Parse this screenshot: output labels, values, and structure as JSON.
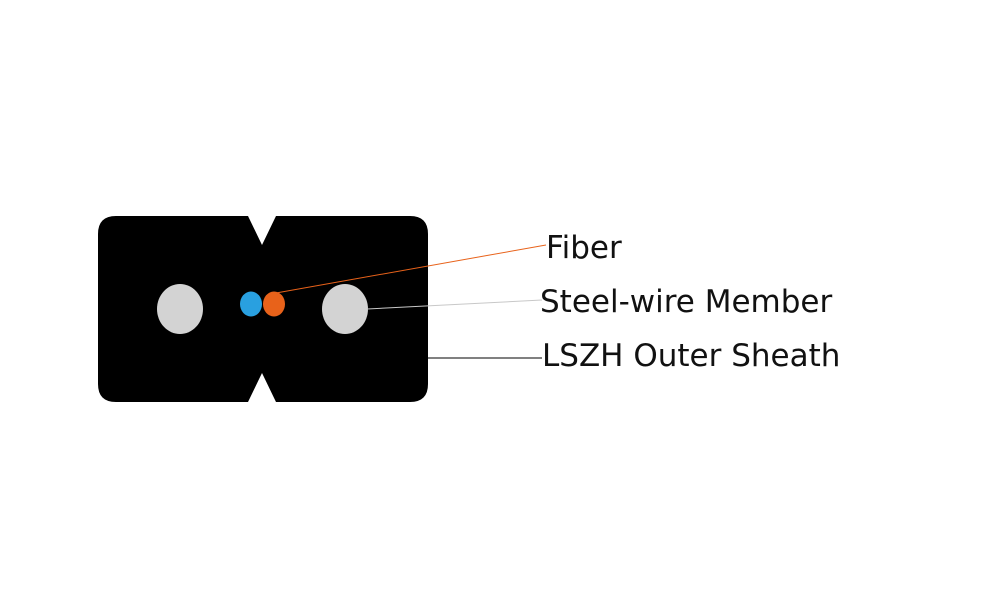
{
  "labels": {
    "fiber": "Fiber",
    "steel_wire_member": "Steel-wire Member",
    "outer_sheath": "LSZH Outer Sheath"
  },
  "colors": {
    "sheath": "#000000",
    "steel_wire": "#d3d3d3",
    "fiber_blue": "#29a0e0",
    "fiber_orange": "#e8621a",
    "fiber_leader": "#e8621a",
    "steel_leader": "#c8c8c8",
    "sheath_leader": "#000000"
  }
}
